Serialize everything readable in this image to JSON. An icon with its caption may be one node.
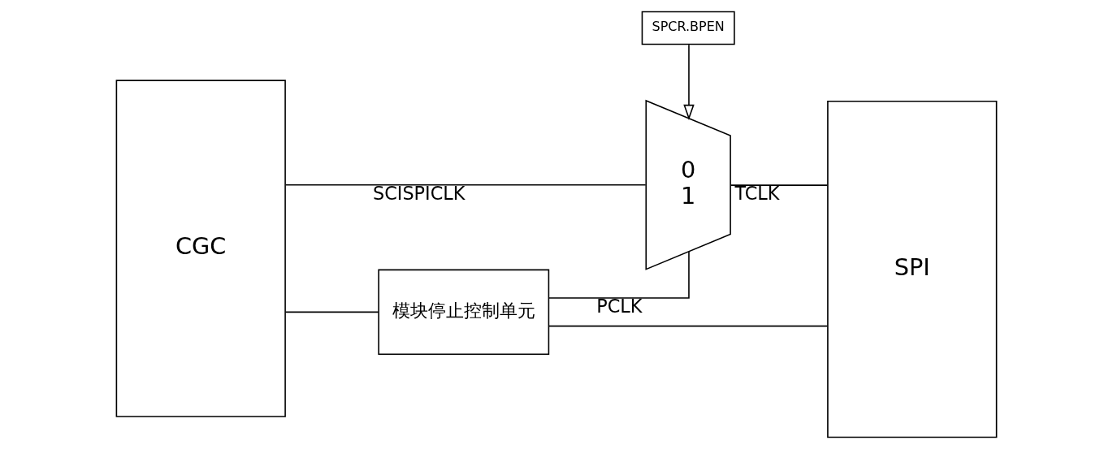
{
  "diagram": {
    "nodes": [
      {
        "text": [
          "CGC"
        ]
      },
      {
        "text": [
          "模块停止控制单元"
        ]
      },
      {
        "text": [
          "SPCR.BPEN"
        ]
      },
      {
        "text": [
          "0",
          "1"
        ]
      },
      {
        "text": [
          "SPI"
        ]
      }
    ],
    "edges": [
      {
        "from": 0,
        "to": 3,
        "arrow": "none",
        "label": "SCISPICLK"
      },
      {
        "from": 0,
        "to": 1,
        "arrow": "none"
      },
      {
        "from": 1,
        "to": 3,
        "arrow": "none",
        "label": "PCLK"
      },
      {
        "from": 1,
        "to": 4,
        "arrow": "none"
      },
      {
        "from": 3,
        "to": 4,
        "arrow": "none",
        "label": "TCLK"
      },
      {
        "from": 2,
        "to": 3,
        "arrow": "to"
      }
    ]
  }
}
